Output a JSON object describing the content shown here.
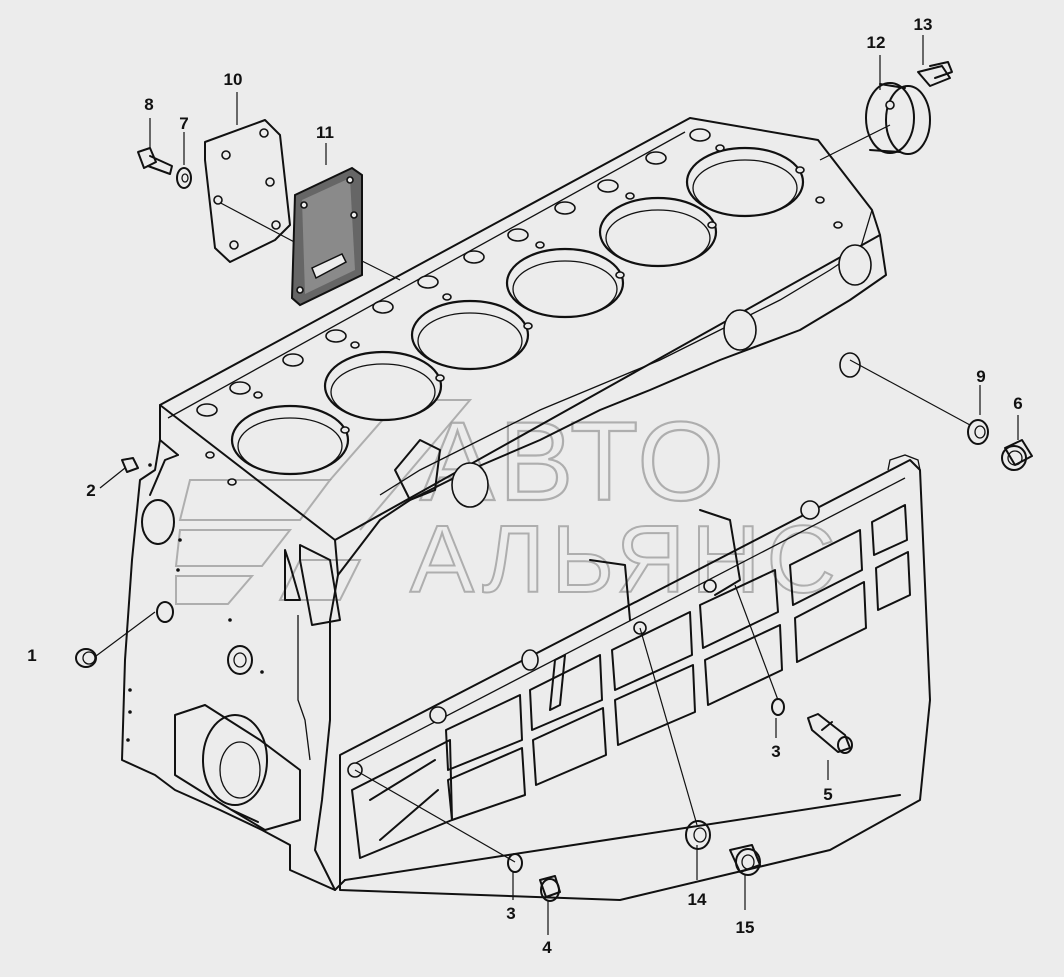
{
  "watermark": {
    "line1": "АВТО",
    "line2": "АЛЬЯНС"
  },
  "callouts": [
    {
      "id": "c1",
      "text": "1"
    },
    {
      "id": "c2",
      "text": "2"
    },
    {
      "id": "c3a",
      "text": "3"
    },
    {
      "id": "c3b",
      "text": "3"
    },
    {
      "id": "c4",
      "text": "4"
    },
    {
      "id": "c5",
      "text": "5"
    },
    {
      "id": "c6",
      "text": "6"
    },
    {
      "id": "c7",
      "text": "7"
    },
    {
      "id": "c8",
      "text": "8"
    },
    {
      "id": "c9",
      "text": "9"
    },
    {
      "id": "c10",
      "text": "10"
    },
    {
      "id": "c11",
      "text": "11"
    },
    {
      "id": "c12",
      "text": "12"
    },
    {
      "id": "c13",
      "text": "13"
    },
    {
      "id": "c14",
      "text": "14"
    },
    {
      "id": "c15",
      "text": "15"
    }
  ]
}
